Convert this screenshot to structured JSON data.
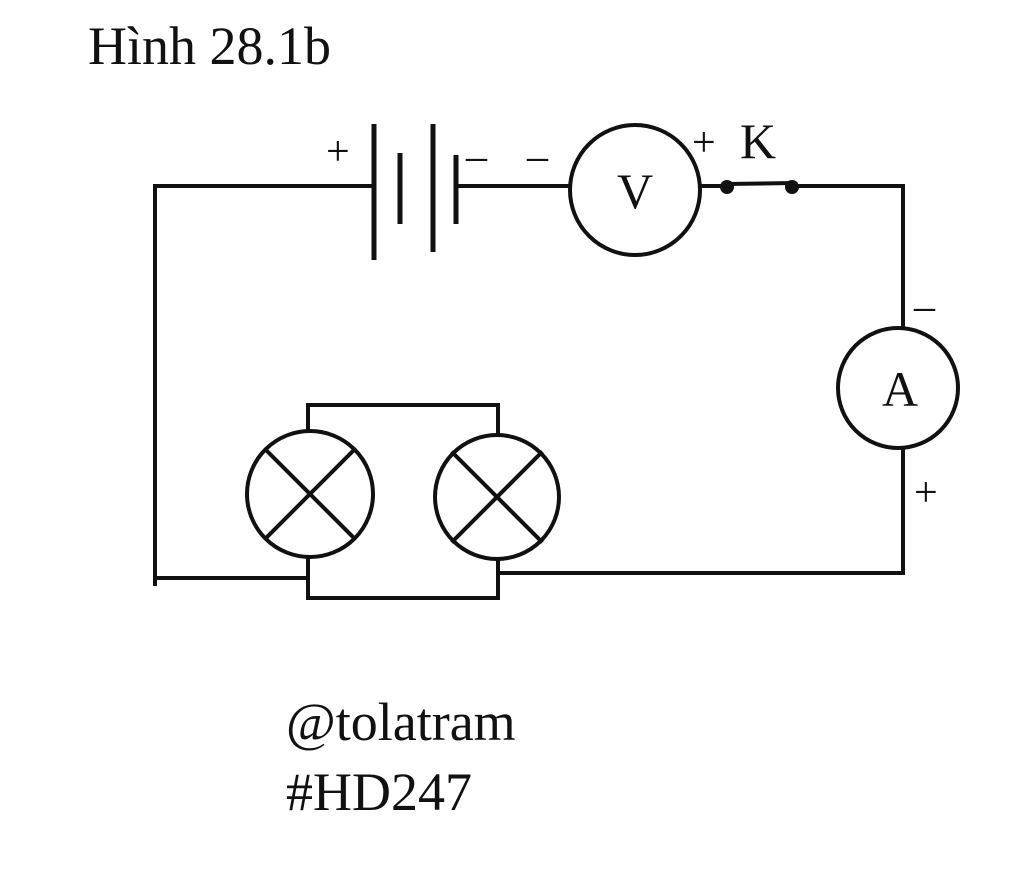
{
  "figure": {
    "title": "Hình 28.1b"
  },
  "components": {
    "battery": {
      "plus_sign": "+",
      "minus_sign": "–"
    },
    "voltmeter": {
      "label": "V",
      "minus_sign": "–",
      "plus_sign": "+"
    },
    "switch": {
      "label": "K"
    },
    "ammeter": {
      "label": "A",
      "minus_sign": "–",
      "plus_sign": "+"
    },
    "lamps": {
      "count": 2
    }
  },
  "watermark": {
    "handle": "@tolatram",
    "tag": "#HD247"
  }
}
